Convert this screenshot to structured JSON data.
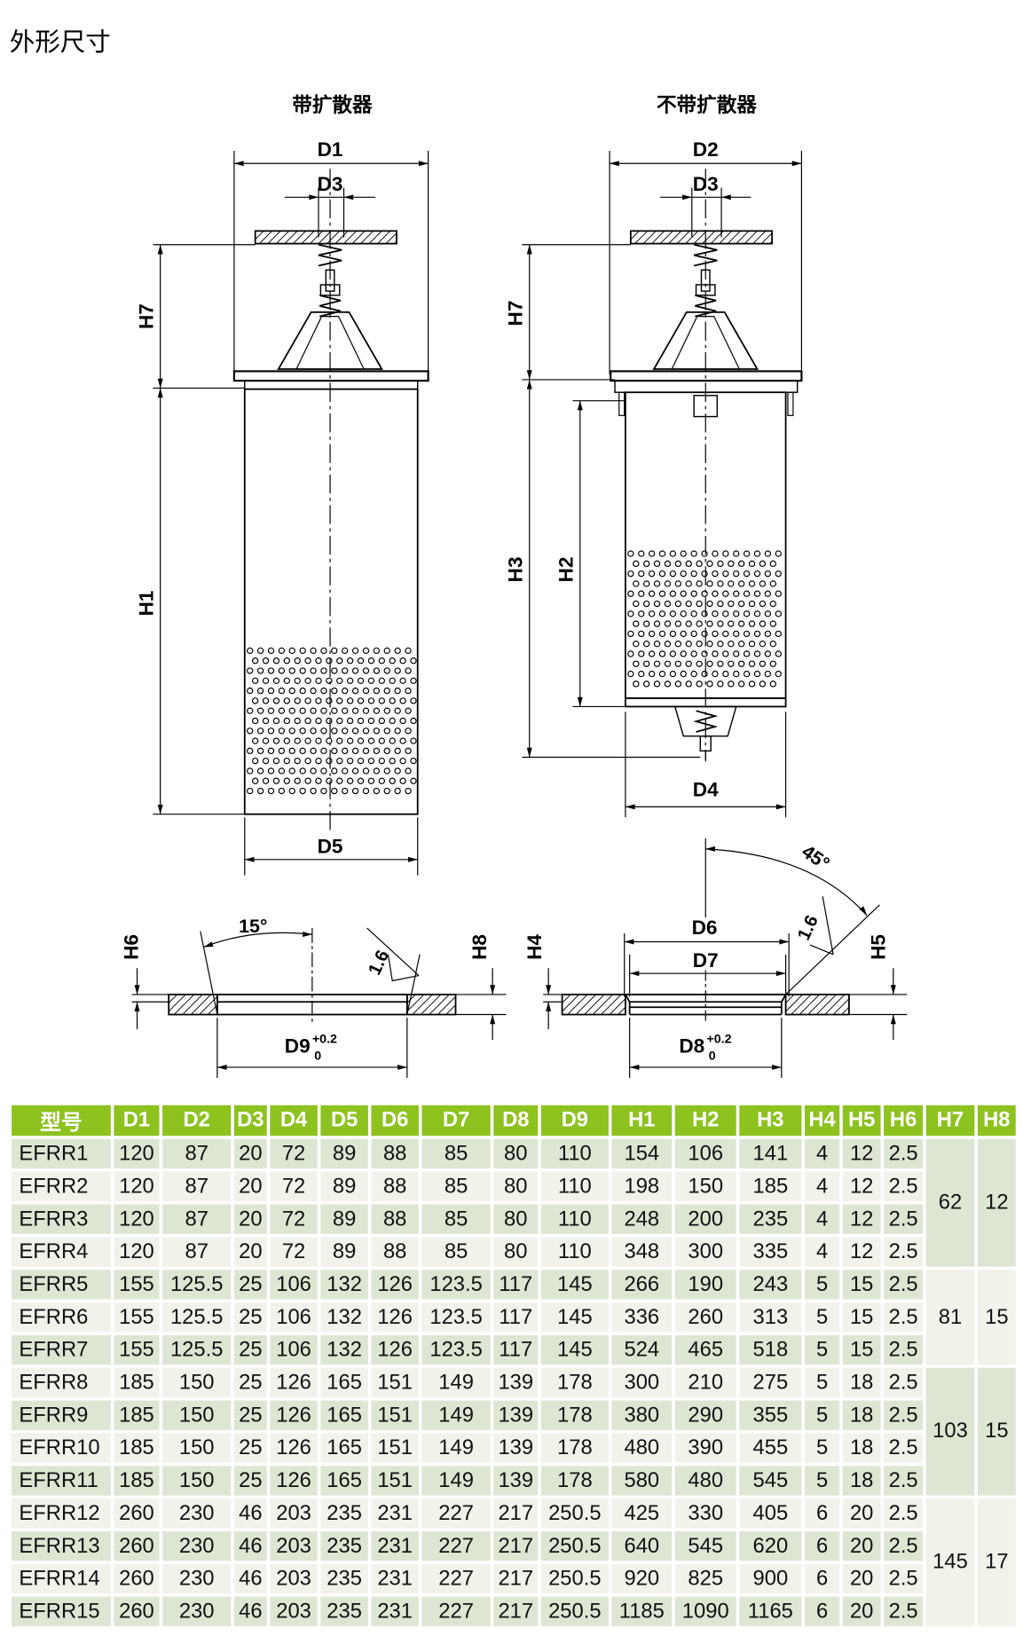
{
  "title": "外形尺寸",
  "drawing": {
    "left_title": "带扩散器",
    "right_title": "不带扩散器",
    "labels": {
      "D1": "D1",
      "D2": "D2",
      "D3": "D3",
      "D4": "D4",
      "D5": "D5",
      "D6": "D6",
      "D7": "D7",
      "D8": "D8",
      "D9": "D9",
      "H1": "H1",
      "H2": "H2",
      "H3": "H3",
      "H4": "H4",
      "H5": "H5",
      "H6": "H6",
      "H7": "H7",
      "H8": "H8",
      "tol_upper": "+0.2",
      "tol_lower": "0",
      "angle_15": "15°",
      "angle_45": "45°",
      "roughness": "1.6"
    }
  },
  "table": {
    "headers": [
      "型号",
      "D1",
      "D2",
      "D3",
      "D4",
      "D5",
      "D6",
      "D7",
      "D8",
      "D9",
      "H1",
      "H2",
      "H3",
      "H4",
      "H5",
      "H6",
      "H7",
      "H8"
    ],
    "rows": [
      [
        "EFRR1",
        "120",
        "87",
        "20",
        "72",
        "89",
        "88",
        "85",
        "80",
        "110",
        "154",
        "106",
        "141",
        "4",
        "12",
        "2.5"
      ],
      [
        "EFRR2",
        "120",
        "87",
        "20",
        "72",
        "89",
        "88",
        "85",
        "80",
        "110",
        "198",
        "150",
        "185",
        "4",
        "12",
        "2.5"
      ],
      [
        "EFRR3",
        "120",
        "87",
        "20",
        "72",
        "89",
        "88",
        "85",
        "80",
        "110",
        "248",
        "200",
        "235",
        "4",
        "12",
        "2.5"
      ],
      [
        "EFRR4",
        "120",
        "87",
        "20",
        "72",
        "89",
        "88",
        "85",
        "80",
        "110",
        "348",
        "300",
        "335",
        "4",
        "12",
        "2.5"
      ],
      [
        "EFRR5",
        "155",
        "125.5",
        "25",
        "106",
        "132",
        "126",
        "123.5",
        "117",
        "145",
        "266",
        "190",
        "243",
        "5",
        "15",
        "2.5"
      ],
      [
        "EFRR6",
        "155",
        "125.5",
        "25",
        "106",
        "132",
        "126",
        "123.5",
        "117",
        "145",
        "336",
        "260",
        "313",
        "5",
        "15",
        "2.5"
      ],
      [
        "EFRR7",
        "155",
        "125.5",
        "25",
        "106",
        "132",
        "126",
        "123.5",
        "117",
        "145",
        "524",
        "465",
        "518",
        "5",
        "15",
        "2.5"
      ],
      [
        "EFRR8",
        "185",
        "150",
        "25",
        "126",
        "165",
        "151",
        "149",
        "139",
        "178",
        "300",
        "210",
        "275",
        "5",
        "18",
        "2.5"
      ],
      [
        "EFRR9",
        "185",
        "150",
        "25",
        "126",
        "165",
        "151",
        "149",
        "139",
        "178",
        "380",
        "290",
        "355",
        "5",
        "18",
        "2.5"
      ],
      [
        "EFRR10",
        "185",
        "150",
        "25",
        "126",
        "165",
        "151",
        "149",
        "139",
        "178",
        "480",
        "390",
        "455",
        "5",
        "18",
        "2.5"
      ],
      [
        "EFRR11",
        "185",
        "150",
        "25",
        "126",
        "165",
        "151",
        "149",
        "139",
        "178",
        "580",
        "480",
        "545",
        "5",
        "18",
        "2.5"
      ],
      [
        "EFRR12",
        "260",
        "230",
        "46",
        "203",
        "235",
        "231",
        "227",
        "217",
        "250.5",
        "425",
        "330",
        "405",
        "6",
        "20",
        "2.5"
      ],
      [
        "EFRR13",
        "260",
        "230",
        "46",
        "203",
        "235",
        "231",
        "227",
        "217",
        "250.5",
        "640",
        "545",
        "620",
        "6",
        "20",
        "2.5"
      ],
      [
        "EFRR14",
        "260",
        "230",
        "46",
        "203",
        "235",
        "231",
        "227",
        "217",
        "250.5",
        "920",
        "825",
        "900",
        "6",
        "20",
        "2.5"
      ],
      [
        "EFRR15",
        "260",
        "230",
        "46",
        "203",
        "235",
        "231",
        "227",
        "217",
        "250.5",
        "1185",
        "1090",
        "1165",
        "6",
        "20",
        "2.5"
      ]
    ],
    "groups": [
      {
        "rows": 4,
        "H7": "62",
        "H8": "12"
      },
      {
        "rows": 3,
        "H7": "81",
        "H8": "15"
      },
      {
        "rows": 4,
        "H7": "103",
        "H8": "15"
      },
      {
        "rows": 4,
        "H7": "145",
        "H8": "17"
      }
    ],
    "colors": {
      "header": "#8dc21f",
      "row_dark": "#dde6d3",
      "row_light": "#eff3ea"
    }
  }
}
